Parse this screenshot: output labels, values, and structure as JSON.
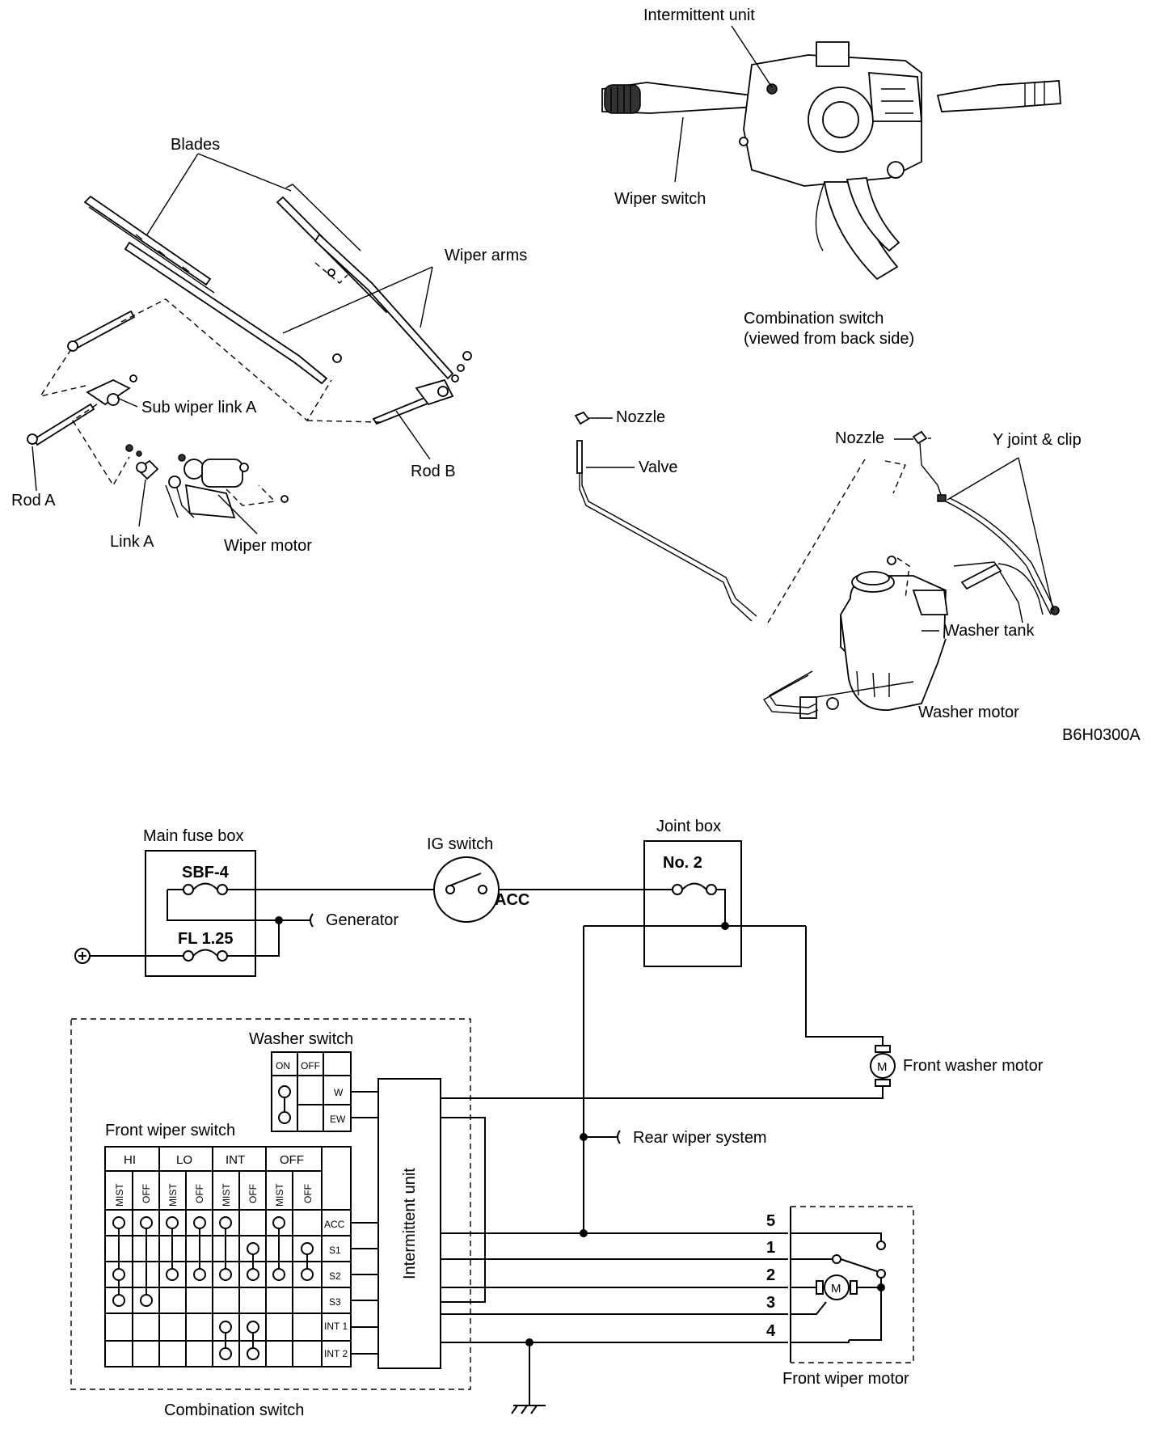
{
  "wiper_assembly": {
    "blades": "Blades",
    "wiper_arms": "Wiper arms",
    "sub_wiper_link_a": "Sub wiper link A",
    "rod_a": "Rod A",
    "link_a": "Link A",
    "wiper_motor": "Wiper motor",
    "rod_b": "Rod B"
  },
  "combination_switch_view": {
    "intermittent_unit": "Intermittent unit",
    "wiper_switch": "Wiper switch",
    "caption_line1": "Combination switch",
    "caption_line2": "(viewed from back side)"
  },
  "washer_assembly": {
    "nozzle_left": "Nozzle",
    "valve": "Valve",
    "nozzle_right": "Nozzle",
    "y_joint": "Y joint & clip",
    "washer_tank": "Washer tank",
    "washer_motor": "Washer motor",
    "figure_code": "B6H0300A"
  },
  "circuit": {
    "main_fuse_box": "Main fuse box",
    "sbf4": "SBF-4",
    "fl125": "FL 1.25",
    "generator": "Generator",
    "ig_switch": "IG switch",
    "acc": "ACC",
    "joint_box": "Joint box",
    "no2": "No. 2",
    "front_washer_motor": "Front washer motor",
    "rear_wiper_system": "Rear wiper system",
    "washer_switch": "Washer switch",
    "washer_on": "ON",
    "washer_off": "OFF",
    "washer_w": "W",
    "washer_ew": "EW",
    "front_wiper_switch": "Front wiper switch",
    "hi": "HI",
    "lo": "LO",
    "int": "INT",
    "off": "OFF",
    "mist": "MIST",
    "sub_off": "OFF",
    "term_acc": "ACC",
    "term_s1": "S1",
    "term_s2": "S2",
    "term_s3": "S3",
    "term_int1": "INT 1",
    "term_int2": "INT 2",
    "intermittent_unit": "Intermittent unit",
    "pin5": "5",
    "pin1": "1",
    "pin2": "2",
    "pin3": "3",
    "pin4": "4",
    "front_wiper_motor": "Front wiper motor",
    "combination_switch": "Combination switch",
    "motor_m": "M"
  }
}
